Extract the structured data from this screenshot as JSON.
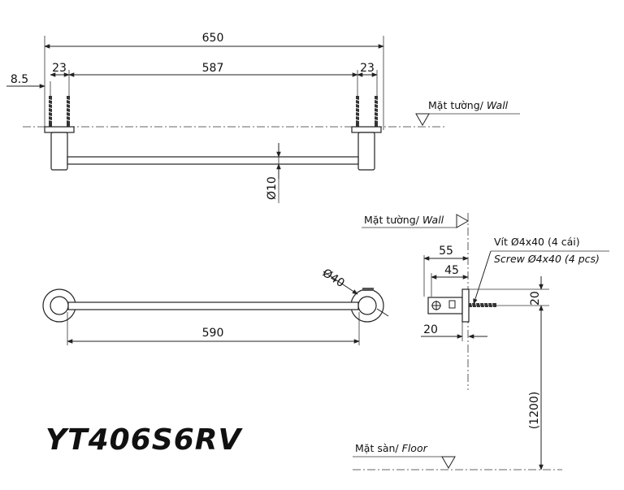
{
  "model": "YT406S6RV",
  "top_view": {
    "dim_total": "650",
    "dim_offset": "8.5",
    "dim_left": "23",
    "dim_center": "587",
    "dim_right": "23",
    "dim_diameter": "Ø10",
    "wall_label_vi": "Mặt tường/",
    "wall_label_en": "Wall"
  },
  "front_view": {
    "dim_span": "590",
    "dim_diameter": "Ø40"
  },
  "side_view": {
    "wall_label_vi": "Mặt tường/",
    "wall_label_en": "Wall",
    "floor_label_vi": "Mặt sàn/",
    "floor_label_en": "Floor",
    "screw_vi": "Vít Ø4x40 (4 cái)",
    "screw_en": "Screw Ø4x40 (4 pcs)",
    "dim_depth": "55",
    "dim_inner": "45",
    "dim_base": "20",
    "dim_height": "20",
    "dim_floor": "(1200)"
  }
}
